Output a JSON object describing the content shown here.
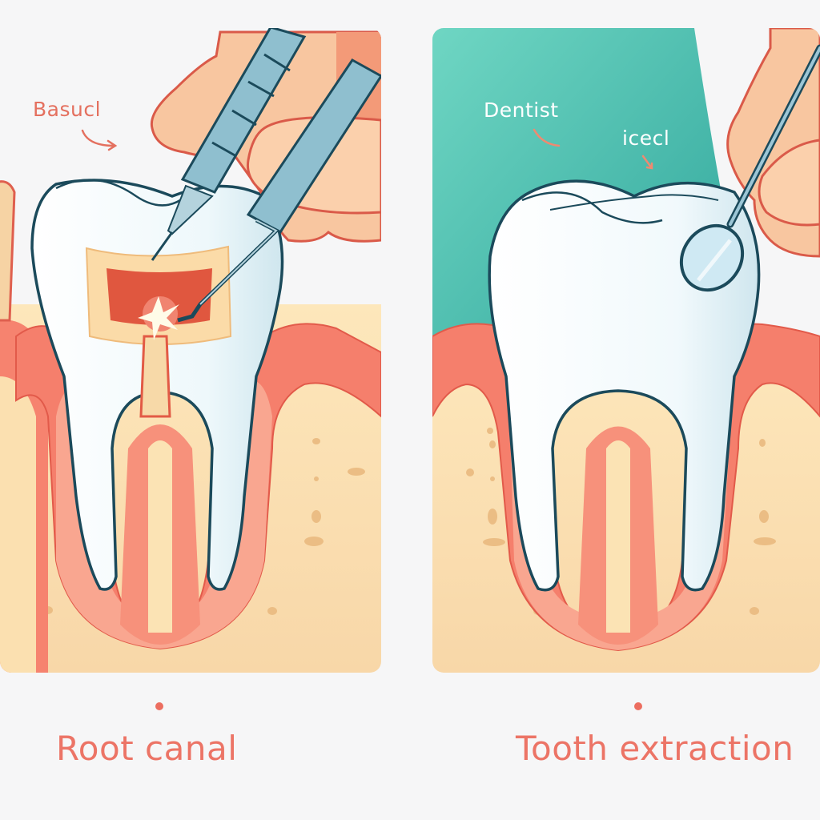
{
  "colors": {
    "background": "#f6f6f7",
    "caption": "#ec7466",
    "annotation_red": "#e4705f",
    "annotation_white": "#ffffff",
    "teal": "#4cbfad",
    "gum": "#f57c6c",
    "gum_light": "#f9a58f",
    "bone": "#fbe3b4",
    "tooth": "#f4fbfd",
    "tooth_outline": "#1b4a5b",
    "skin": "#f8c49f",
    "skin_outline": "#d9574a",
    "instrument": "#8ebdcc",
    "pulp": "#e25a45"
  },
  "panels": [
    {
      "id": "root-canal",
      "annotations": [
        {
          "text": "Basucl",
          "color": "#e4705f"
        }
      ],
      "caption": "Root  canal",
      "illustration": [
        "tooth-with-open-pulp-chamber",
        "dental-file-instruments",
        "hand",
        "gum",
        "bone",
        "partial-neighbor-tooth"
      ]
    },
    {
      "id": "tooth-extraction",
      "annotations": [
        {
          "text": "Dentist",
          "color": "#ffffff"
        },
        {
          "text": "icecl",
          "color": "#ffffff"
        }
      ],
      "caption": "Tooth extraction",
      "illustration": [
        "teal-backdrop",
        "healthy-tooth",
        "dental-mirror",
        "hand",
        "gum",
        "bone"
      ]
    }
  ]
}
